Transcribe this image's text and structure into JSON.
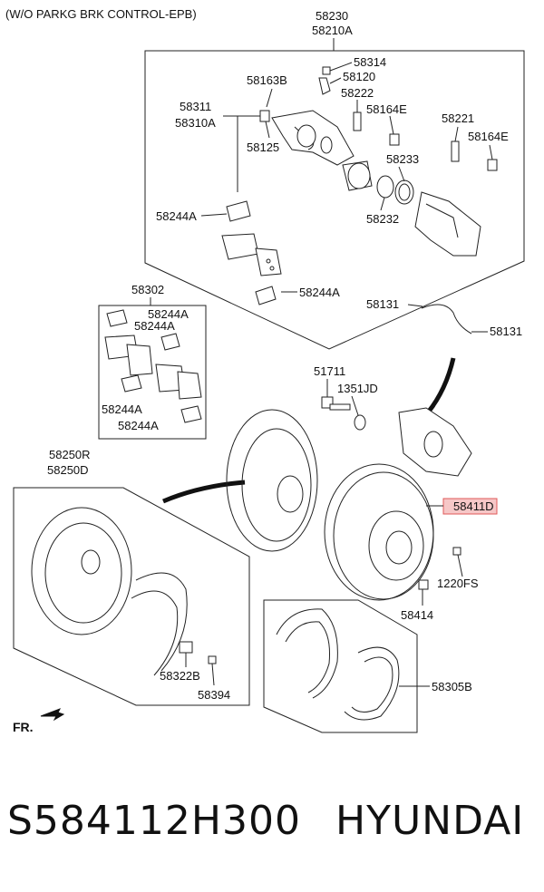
{
  "header": {
    "note": "(W/O PARKG BRK CONTROL-EPB)"
  },
  "labels": {
    "p58230": "58230",
    "p58210A": "58210A",
    "p58314": "58314",
    "p58120": "58120",
    "p58163B": "58163B",
    "p58222": "58222",
    "p58311": "58311",
    "p58310A": "58310A",
    "p58164E_1": "58164E",
    "p58221": "58221",
    "p58164E_2": "58164E",
    "p58125": "58125",
    "p58233": "58233",
    "p58244A_1": "58244A",
    "p58232": "58232",
    "p58244A_2": "58244A",
    "p58131_1": "58131",
    "p58131_2": "58131",
    "p58302": "58302",
    "p58244A_3": "58244A",
    "p58244A_4": "58244A",
    "p58244A_5": "58244A",
    "p58244A_6": "58244A",
    "p51711": "51711",
    "p1351JD": "1351JD",
    "p58250R": "58250R",
    "p58250D": "58250D",
    "p58411D": "58411D",
    "p1220FS": "1220FS",
    "p58414": "58414",
    "p58322B": "58322B",
    "p58394": "58394",
    "p58305B": "58305B",
    "fr": "FR."
  },
  "footer": {
    "part_number": "S584112H300",
    "brand": "HYUNDAI"
  },
  "colors": {
    "line": "#222222",
    "highlight_border": "#e05a5a",
    "highlight_fill": "#f6c7c7"
  }
}
